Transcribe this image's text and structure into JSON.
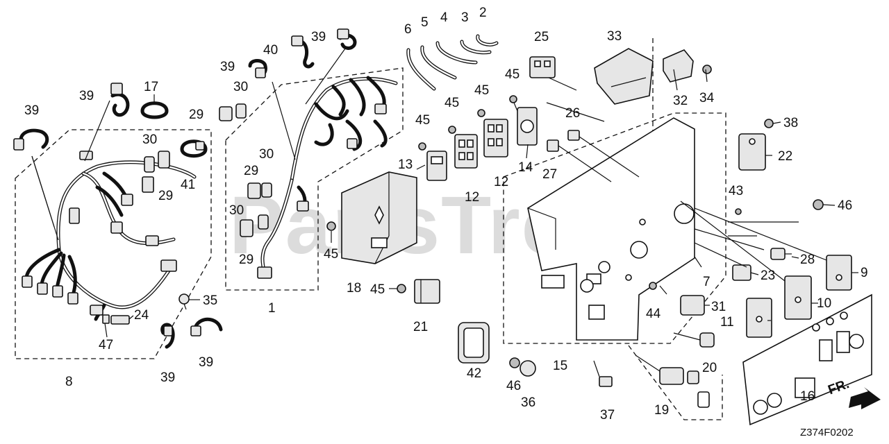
{
  "watermark": "PartsTree",
  "diagram_code": "Z374F0202",
  "direction_label": "FR.",
  "callouts": [
    {
      "id": "c1",
      "text": "1"
    },
    {
      "id": "c2",
      "text": "2"
    },
    {
      "id": "c3",
      "text": "3"
    },
    {
      "id": "c4",
      "text": "4"
    },
    {
      "id": "c5",
      "text": "5"
    },
    {
      "id": "c6",
      "text": "6"
    },
    {
      "id": "c7",
      "text": "7"
    },
    {
      "id": "c8",
      "text": "8"
    },
    {
      "id": "c9",
      "text": "9"
    },
    {
      "id": "c10",
      "text": "10"
    },
    {
      "id": "c11",
      "text": "11"
    },
    {
      "id": "c12a",
      "text": "12"
    },
    {
      "id": "c12b",
      "text": "12"
    },
    {
      "id": "c13",
      "text": "13"
    },
    {
      "id": "c14",
      "text": "14"
    },
    {
      "id": "c15",
      "text": "15"
    },
    {
      "id": "c16",
      "text": "16"
    },
    {
      "id": "c17",
      "text": "17"
    },
    {
      "id": "c18",
      "text": "18"
    },
    {
      "id": "c19",
      "text": "19"
    },
    {
      "id": "c20",
      "text": "20"
    },
    {
      "id": "c21",
      "text": "21"
    },
    {
      "id": "c22",
      "text": "22"
    },
    {
      "id": "c23",
      "text": "23"
    },
    {
      "id": "c24",
      "text": "24"
    },
    {
      "id": "c25",
      "text": "25"
    },
    {
      "id": "c26",
      "text": "26"
    },
    {
      "id": "c27",
      "text": "27"
    },
    {
      "id": "c28",
      "text": "28"
    },
    {
      "id": "c29a",
      "text": "29"
    },
    {
      "id": "c29b",
      "text": "29"
    },
    {
      "id": "c29c",
      "text": "29"
    },
    {
      "id": "c29d",
      "text": "29"
    },
    {
      "id": "c30a",
      "text": "30"
    },
    {
      "id": "c30b",
      "text": "30"
    },
    {
      "id": "c30c",
      "text": "30"
    },
    {
      "id": "c30d",
      "text": "30"
    },
    {
      "id": "c31",
      "text": "31"
    },
    {
      "id": "c32",
      "text": "32"
    },
    {
      "id": "c33",
      "text": "33"
    },
    {
      "id": "c34",
      "text": "34"
    },
    {
      "id": "c35",
      "text": "35"
    },
    {
      "id": "c36",
      "text": "36"
    },
    {
      "id": "c37",
      "text": "37"
    },
    {
      "id": "c38",
      "text": "38"
    },
    {
      "id": "c39a",
      "text": "39"
    },
    {
      "id": "c39b",
      "text": "39"
    },
    {
      "id": "c39c",
      "text": "39"
    },
    {
      "id": "c39d",
      "text": "39"
    },
    {
      "id": "c39e",
      "text": "39"
    },
    {
      "id": "c39f",
      "text": "39"
    },
    {
      "id": "c40",
      "text": "40"
    },
    {
      "id": "c41",
      "text": "41"
    },
    {
      "id": "c42",
      "text": "42"
    },
    {
      "id": "c43",
      "text": "43"
    },
    {
      "id": "c44",
      "text": "44"
    },
    {
      "id": "c45a",
      "text": "45"
    },
    {
      "id": "c45b",
      "text": "45"
    },
    {
      "id": "c45c",
      "text": "45"
    },
    {
      "id": "c45d",
      "text": "45"
    },
    {
      "id": "c45e",
      "text": "45"
    },
    {
      "id": "c45f",
      "text": "45"
    },
    {
      "id": "c46a",
      "text": "46"
    },
    {
      "id": "c46b",
      "text": "46"
    },
    {
      "id": "c47",
      "text": "47"
    }
  ]
}
